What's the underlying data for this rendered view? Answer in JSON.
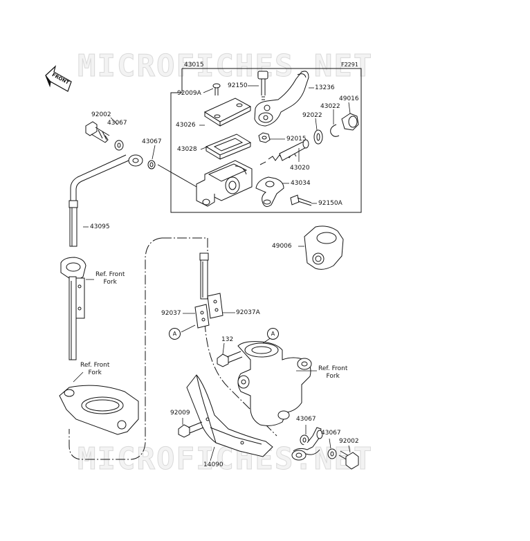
{
  "watermark": "MICROFICHES.NET",
  "diagram_code": "F2291",
  "front_label": "FRONT",
  "callout_marker": "A",
  "reference_text": "Ref. Front\nFork",
  "parts": {
    "p43015": "43015",
    "p92009A": "92009A",
    "p92150": "92150",
    "p13236": "13236",
    "p49016": "49016",
    "p43022": "43022",
    "p92022": "92022",
    "p43026": "43026",
    "p92015": "92015",
    "p43028": "43028",
    "p43020": "43020",
    "p43034": "43034",
    "p92150A": "92150A",
    "p92002_top": "92002",
    "p43067_top": "43067",
    "p43067_mid": "43067",
    "p43095": "43095",
    "p49006": "49006",
    "p92037": "92037",
    "p92037A": "92037A",
    "p132": "132",
    "p92009": "92009",
    "p43067_low": "43067",
    "p43067_low2": "43067",
    "p92002_low": "92002",
    "p14090": "14090"
  }
}
